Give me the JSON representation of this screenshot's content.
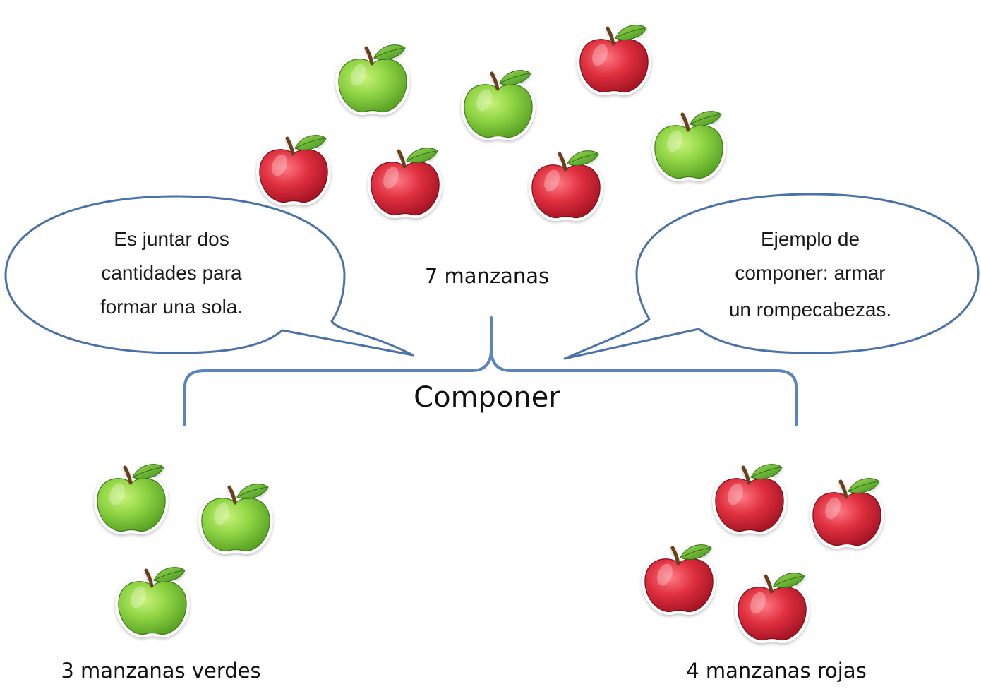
{
  "totals": {
    "label": "7 manzanas"
  },
  "title": {
    "label": "Componer"
  },
  "bubbles": {
    "left": {
      "lines": [
        "Es juntar dos",
        "cantidades para",
        "formar una sola."
      ]
    },
    "right": {
      "lines": [
        "Ejemplo de",
        "componer: armar",
        "un rompecabezas."
      ]
    }
  },
  "groups": {
    "green": {
      "label": "3 manzanas verdes",
      "count": 3
    },
    "red": {
      "label": "4 manzanas rojas",
      "count": 4
    }
  },
  "colors": {
    "bubble_stroke": "#4a72a8",
    "brace_stroke": "#5b84bd",
    "apple_green": "#7cc93a",
    "apple_red": "#d8283a",
    "leaf": "#5fae2e",
    "stem": "#7a4a22"
  },
  "icons": {
    "green_apple": "green-apple-icon",
    "red_apple": "red-apple-icon"
  }
}
